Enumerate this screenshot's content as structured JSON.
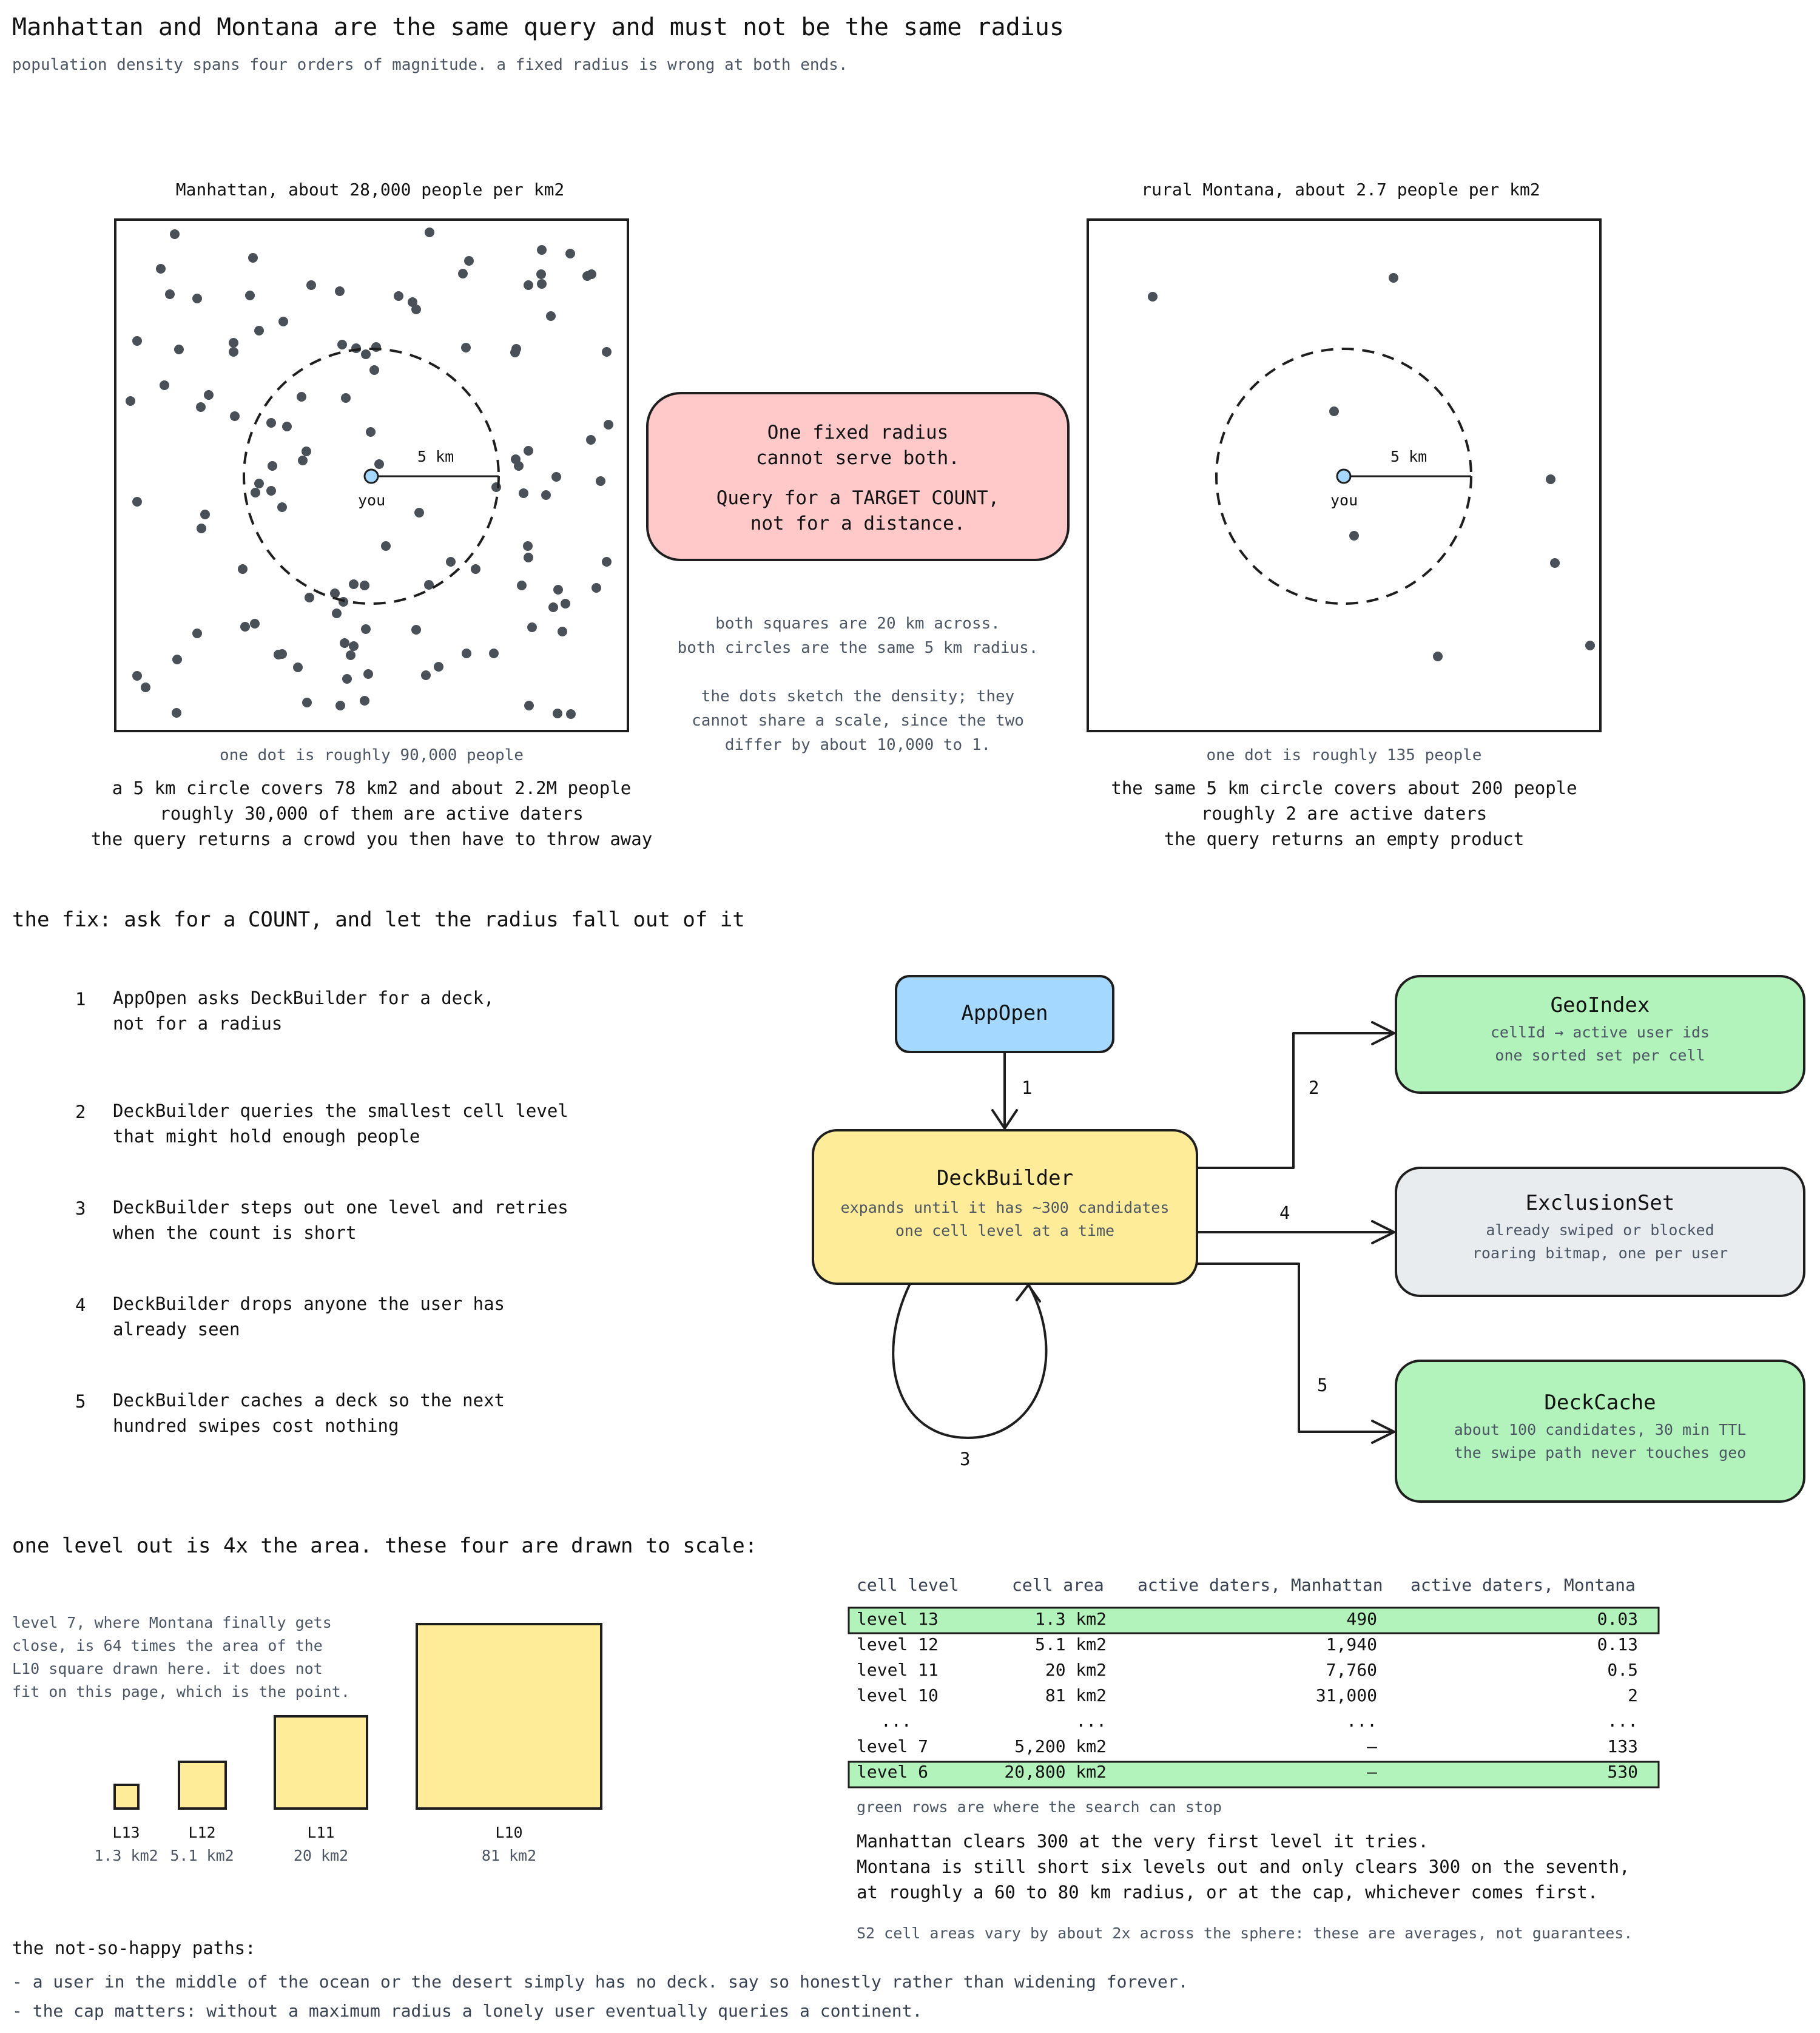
{
  "header": {
    "title": "Manhattan and Montana are the same query and must not be the same radius",
    "subtitle": "population density spans four orders of magnitude. a fixed radius is wrong at both ends."
  },
  "manhattan": {
    "title": "Manhattan, about 28,000 people per km2",
    "radius_label": "5 km",
    "you_label": "you",
    "dot_caption": "one dot is roughly 90,000 people",
    "lines": [
      "a 5 km circle covers 78 km2 and about 2.2M people",
      "roughly 30,000 of them are active daters",
      "the query returns a crowd you then have to throw away"
    ]
  },
  "montana": {
    "title": "rural Montana, about 2.7 people per km2",
    "radius_label": "5 km",
    "you_label": "you",
    "dot_caption": "one dot is roughly 135 people",
    "lines": [
      "the same 5 km circle covers about 200 people",
      "roughly 2 are active daters",
      "the query returns an empty product"
    ]
  },
  "callout": {
    "line1": "One fixed radius",
    "line2": "cannot serve both.",
    "line3": "Query for a TARGET COUNT,",
    "line4": "not for a distance.",
    "color": "#ffc9c9"
  },
  "center_note": [
    "both squares are 20 km across.",
    "both circles are the same 5 km radius.",
    "",
    "the dots sketch the density; they",
    "cannot share a scale, since the two",
    "differ by about 10,000 to 1."
  ],
  "fix": {
    "title": "the fix: ask for a COUNT, and let the radius fall out of it",
    "steps": [
      {
        "n": "1",
        "l1": "AppOpen asks DeckBuilder for a deck,",
        "l2": "not for a radius"
      },
      {
        "n": "2",
        "l1": "DeckBuilder queries the smallest cell level",
        "l2": "that might hold enough people"
      },
      {
        "n": "3",
        "l1": "DeckBuilder steps out one level and retries",
        "l2": "when the count is short"
      },
      {
        "n": "4",
        "l1": "DeckBuilder drops anyone the user has",
        "l2": "already seen"
      },
      {
        "n": "5",
        "l1": "DeckBuilder caches a deck so the next",
        "l2": "hundred swipes cost nothing"
      }
    ]
  },
  "diagram": {
    "appopen": {
      "title": "AppOpen",
      "color": "#a5d8ff"
    },
    "deckbuilder": {
      "title": "DeckBuilder",
      "sub1": "expands until it has ~300 candidates",
      "sub2": "one cell level at a time",
      "color": "#ffec99"
    },
    "geoindex": {
      "title": "GeoIndex",
      "sub1": "cellId → active user ids",
      "sub2": "one sorted set per cell",
      "color": "#b2f2bb"
    },
    "exclusion": {
      "title": "ExclusionSet",
      "sub1": "already swiped or blocked",
      "sub2": "roaring bitmap, one per user",
      "color": "#e9ecef"
    },
    "deckcache": {
      "title": "DeckCache",
      "sub1": "about 100 candidates, 30 min TTL",
      "sub2": "the swipe path never touches geo",
      "color": "#b2f2bb"
    },
    "edge_labels": [
      "1",
      "2",
      "3",
      "4",
      "5"
    ]
  },
  "scale": {
    "title": "one level out is 4x the area. these four are drawn to scale:",
    "note": [
      "level 7, where Montana finally gets",
      "close, is 64 times the area of the",
      "L10 square drawn here. it does not",
      "fit on this page, which is the point."
    ],
    "squares": [
      {
        "label": "L13",
        "area": "1.3 km2"
      },
      {
        "label": "L12",
        "area": "5.1 km2"
      },
      {
        "label": "L11",
        "area": "20 km2"
      },
      {
        "label": "L10",
        "area": "81 km2"
      }
    ]
  },
  "table": {
    "headers": [
      "cell level",
      "cell area",
      "active daters, Manhattan",
      "active daters, Montana"
    ],
    "rows": [
      [
        "level 13",
        "1.3 km2",
        "490",
        "0.03"
      ],
      [
        "level 12",
        "5.1 km2",
        "1,940",
        "0.13"
      ],
      [
        "level 11",
        "20 km2",
        "7,760",
        "0.5"
      ],
      [
        "level 10",
        "81 km2",
        "31,000",
        "2"
      ],
      [
        "...",
        "...",
        "...",
        "..."
      ],
      [
        "level 7",
        "5,200 km2",
        "–",
        "133"
      ],
      [
        "level 6",
        "20,800 km2",
        "–",
        "530"
      ]
    ],
    "highlight_color": "#b2f2bb",
    "legend": "green rows are where the search can stop",
    "summary": [
      "Manhattan clears 300 at the very first level it tries.",
      "Montana is still short six levels out and only clears 300 on the seventh,",
      "at roughly a 60 to 80 km radius, or at the cap, whichever comes first."
    ],
    "footnote": "S2 cell areas vary by about 2x across the sphere: these are averages, not guarantees."
  },
  "paths": {
    "title": "the not-so-happy paths:",
    "items": [
      "- a user in the middle of the ocean or the desert simply has no deck. say so honestly rather than widening forever.",
      "- the cap matters: without a maximum radius a lonely user eventually queries a continent."
    ]
  }
}
